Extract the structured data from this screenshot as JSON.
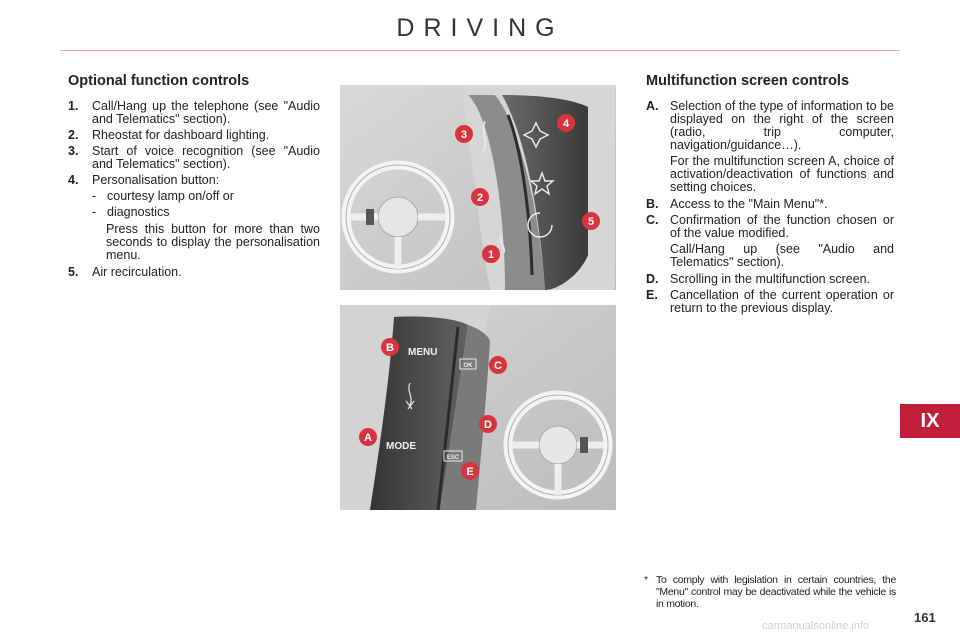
{
  "header": {
    "title": "DRIVING"
  },
  "chapter_tab": "IX",
  "left": {
    "heading": "Optional function controls",
    "items": [
      {
        "num": "1.",
        "text": "Call/Hang up the telephone (see \"Audio and Telematics\" section)."
      },
      {
        "num": "2.",
        "text": "Rheostat for dashboard lighting."
      },
      {
        "num": "3.",
        "text": "Start of voice recognition (see \"Audio and Telematics\" section)."
      },
      {
        "num": "4.",
        "text": "Personalisation button:"
      },
      {
        "num": "5.",
        "text": "Air recirculation."
      }
    ],
    "sub": [
      "courtesy lamp on/off or",
      "diagnostics"
    ],
    "dash": "-",
    "note": "Press this button for more than two seconds to display the personalisation menu."
  },
  "right": {
    "heading": "Multifunction screen controls",
    "items": [
      {
        "num": "A.",
        "text": "Selection of the type of information to be displayed on the right of the screen (radio, trip computer, navigation/guidance…)."
      },
      {
        "num": "B.",
        "text": "Access to the \"Main Menu\"*."
      },
      {
        "num": "C.",
        "text": "Confirmation of the function chosen or of the value modified."
      },
      {
        "num": "D.",
        "text": "Scrolling in the multifunction screen."
      },
      {
        "num": "E.",
        "text": "Cancellation of the current operation or return to the previous display."
      }
    ],
    "para_a": "For the multifunction screen A, choice of activation/deactivation of functions and setting choices.",
    "para_c": "Call/Hang up (see \"Audio and Telematics\" section)."
  },
  "footnote": {
    "star": "*",
    "text": "To comply with legislation in certain countries, the \"Menu\" control may be deactivated while the vehicle is in motion."
  },
  "page_number": "161",
  "watermark": "carmanualsonline.info",
  "image_top": {
    "callouts": [
      "1",
      "2",
      "3",
      "4",
      "5"
    ]
  },
  "image_bottom": {
    "callouts": [
      "A",
      "B",
      "C",
      "D",
      "E"
    ],
    "labels": [
      "MENU",
      "MODE",
      "OK",
      "ESC"
    ]
  },
  "colors": {
    "accent": "#c21f3a",
    "callout": "#d8343f"
  }
}
